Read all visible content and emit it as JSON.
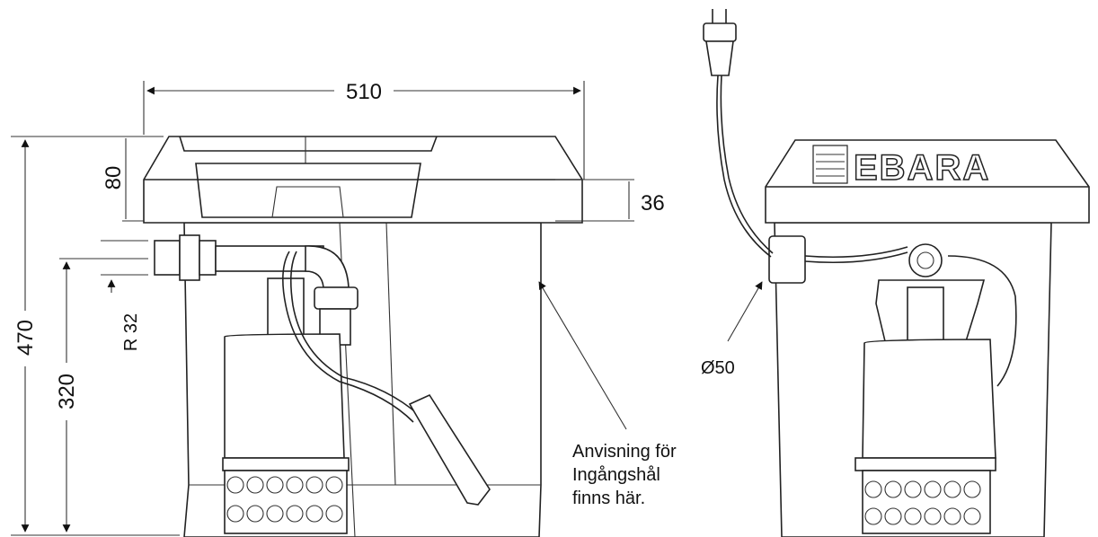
{
  "dimensions": {
    "width_top": "510",
    "lid_height": "80",
    "lid_lip": "36",
    "total_height": "470",
    "outlet_height": "320",
    "outlet_thread": "R 32",
    "cable_hole": "Ø50"
  },
  "brand": "EBARA",
  "note": {
    "line1": "Anvisning för",
    "line2": "Ingångshål",
    "line3": "finns här."
  }
}
